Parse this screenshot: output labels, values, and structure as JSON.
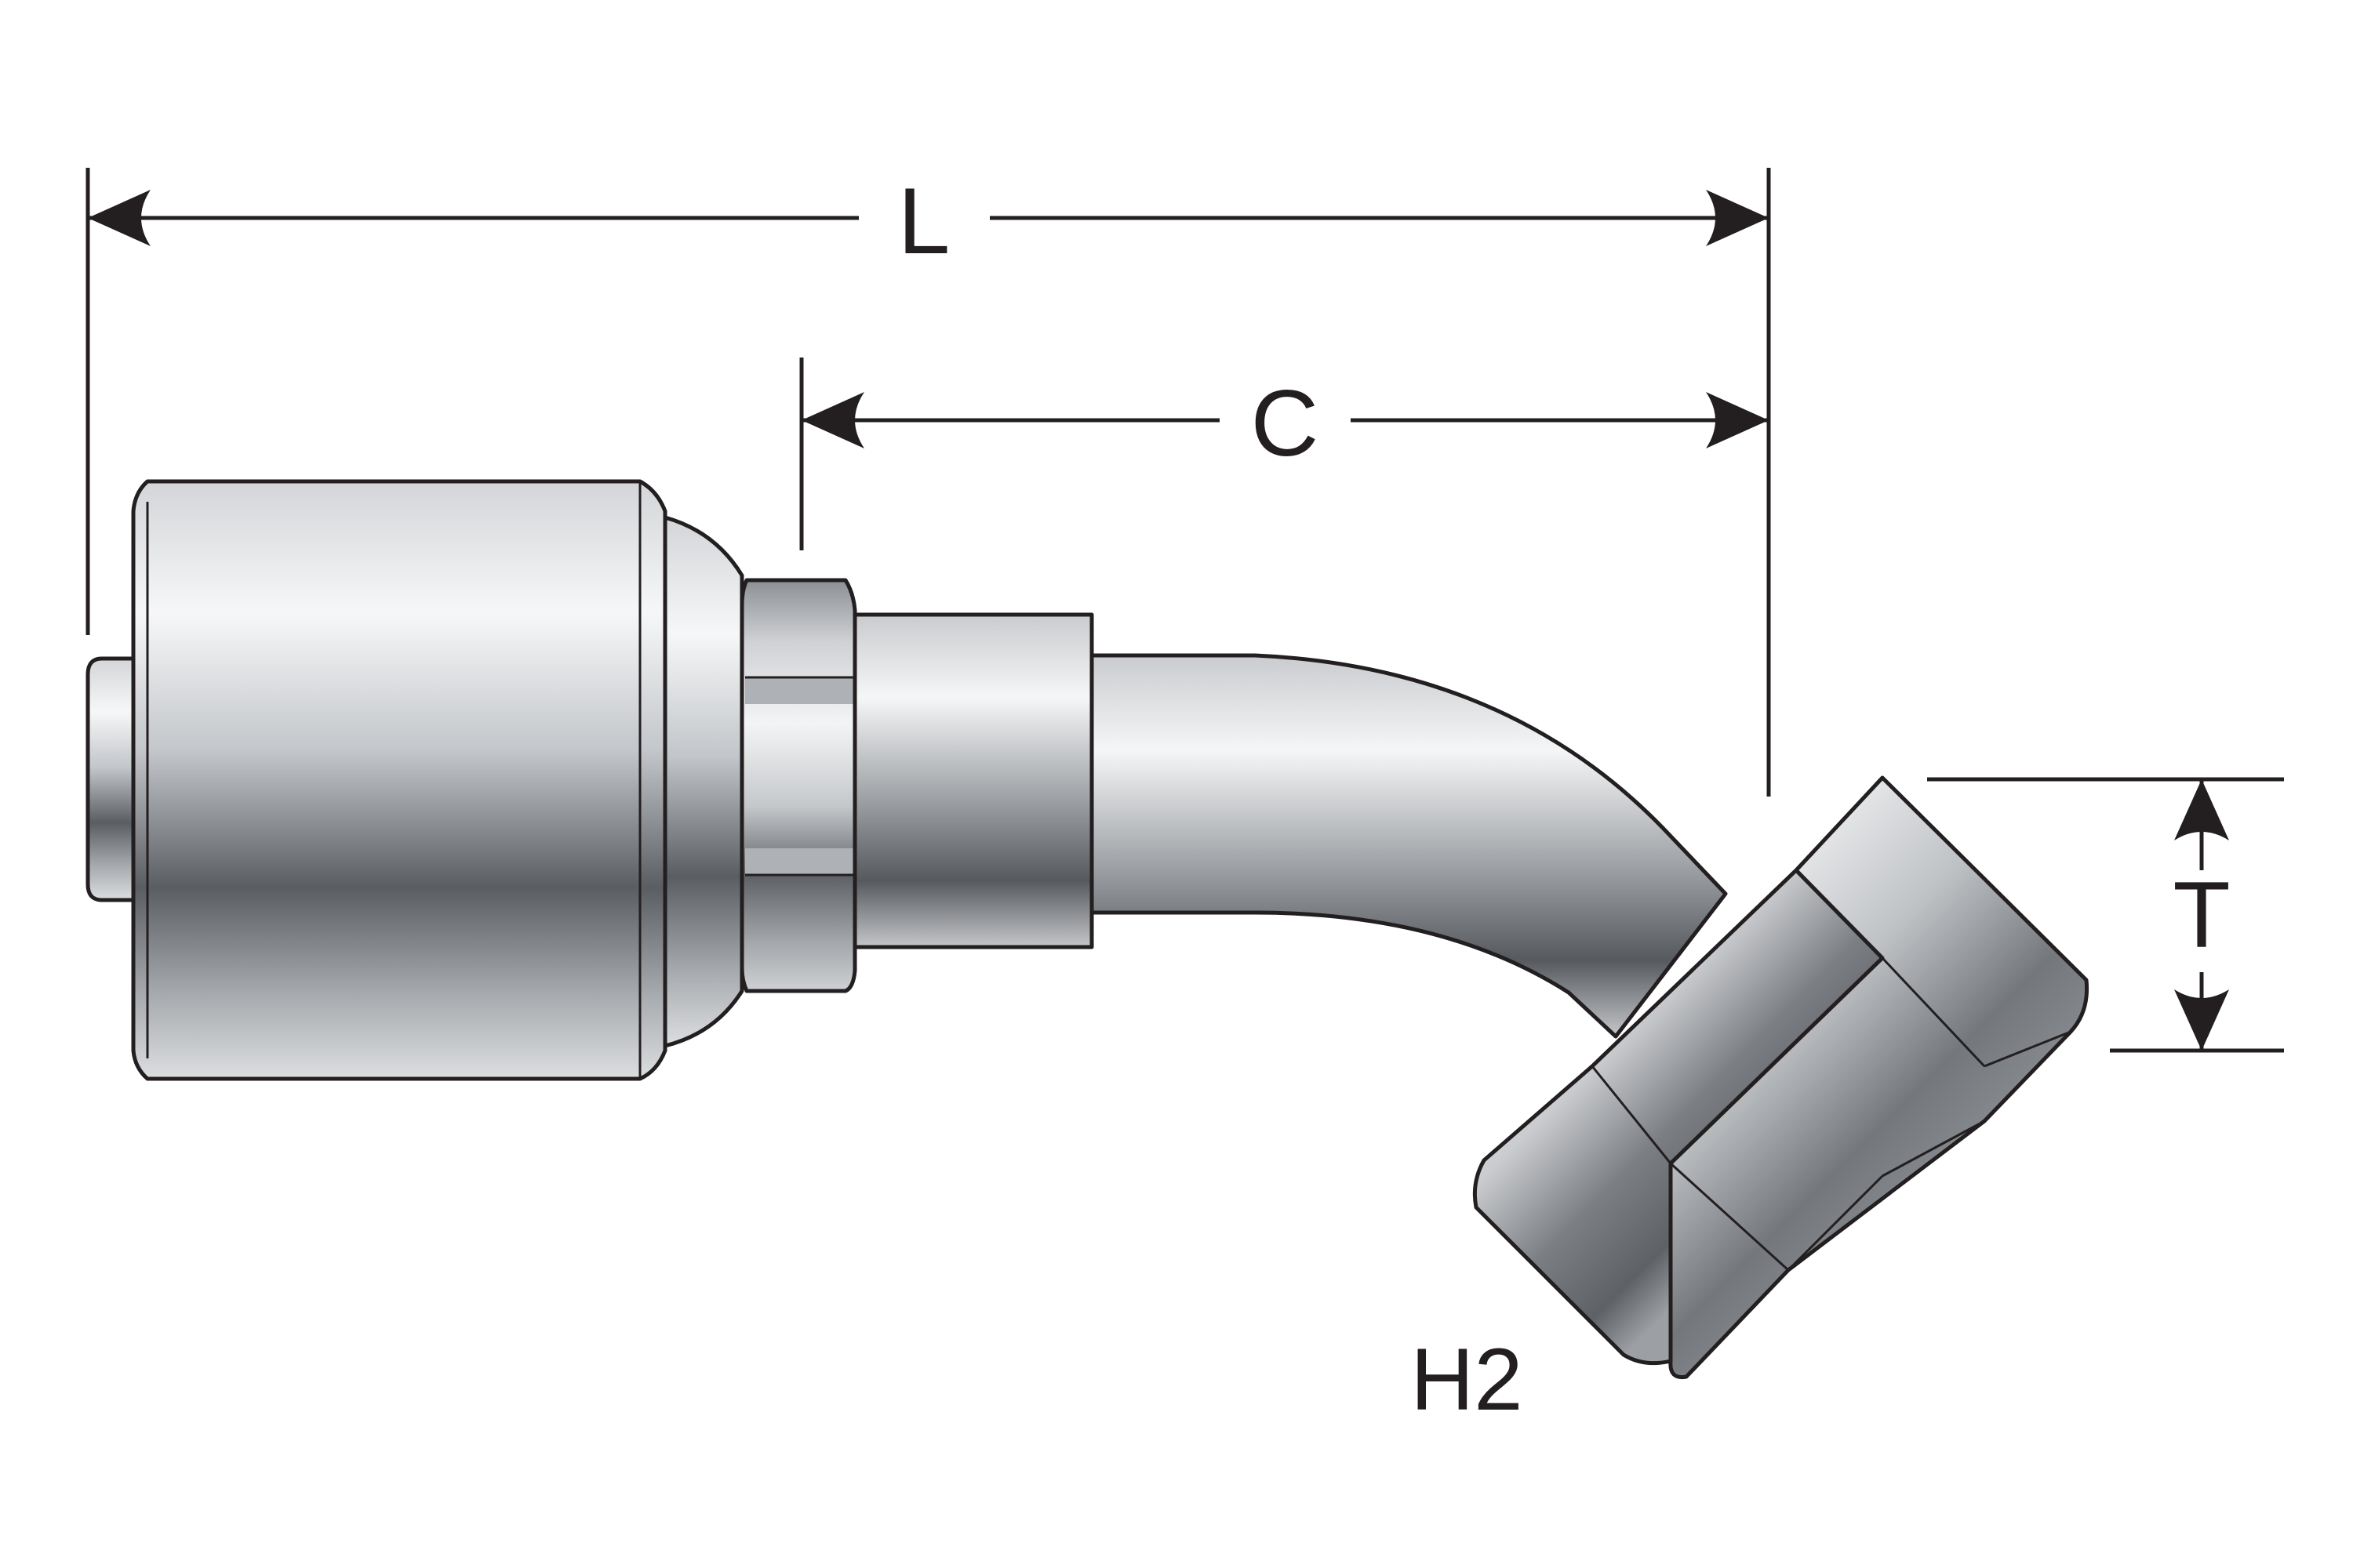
{
  "diagram": {
    "dimensions": {
      "overall_length": "L",
      "center_length": "C",
      "thread": "T"
    },
    "part_label": "H2"
  },
  "colors": {
    "line": "#231f20",
    "metal_light": "#f4f5f6",
    "metal_mid": "#b9bcc0",
    "metal_dark": "#5b5e63"
  }
}
